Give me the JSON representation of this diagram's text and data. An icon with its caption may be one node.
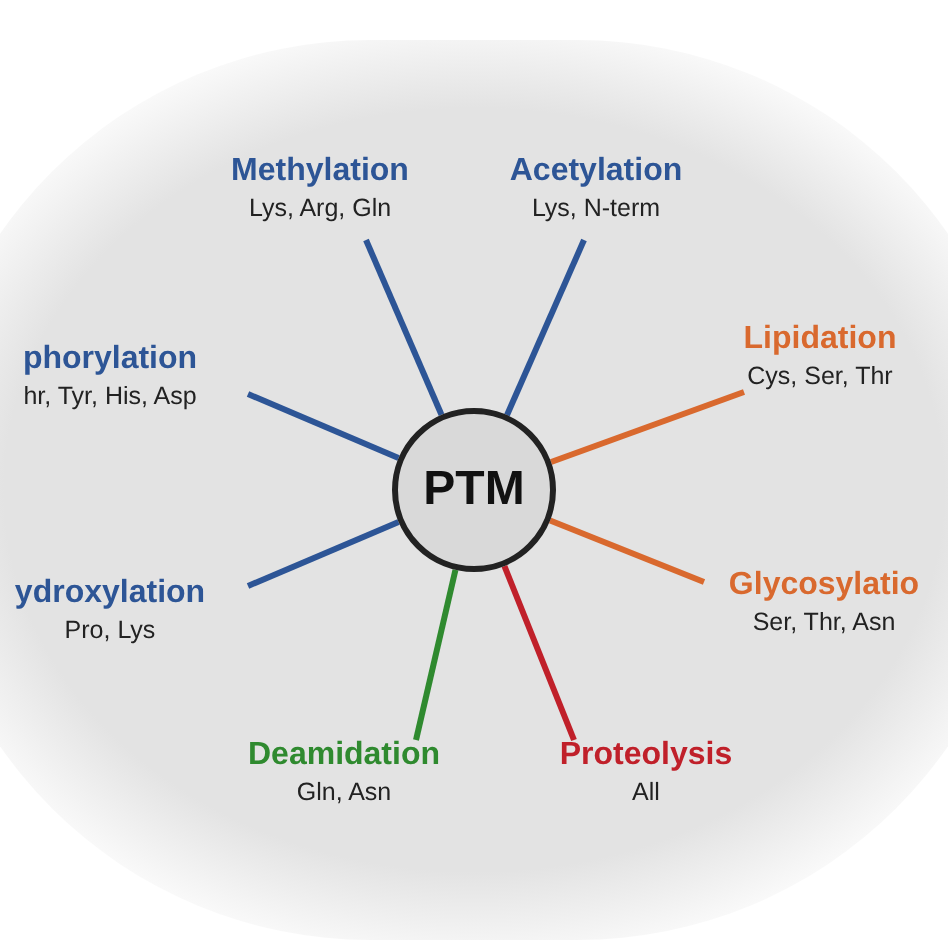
{
  "diagram": {
    "nodes": [
      {
        "text": [
          "PTM"
        ]
      },
      {
        "text": [
          "Methylation",
          "Lys, Arg, Gln"
        ]
      },
      {
        "text": [
          "Acetylation",
          "Lys, N-term"
        ]
      },
      {
        "text": [
          "Lipidation",
          "Cys, Ser, Thr"
        ]
      },
      {
        "text": [
          "Glycosylatio",
          "Ser, Thr, Asn"
        ]
      },
      {
        "text": [
          "Proteolysis",
          "All"
        ]
      },
      {
        "text": [
          "Deamidation",
          "Gln, Asn"
        ]
      },
      {
        "text": [
          "ydroxylation",
          "Pro, Lys"
        ]
      },
      {
        "text": [
          "phorylation",
          "hr, Tyr, His, Asp"
        ]
      }
    ],
    "edges": [
      {
        "from": 0,
        "to": 1,
        "arrow": "none"
      },
      {
        "from": 0,
        "to": 2,
        "arrow": "none"
      },
      {
        "from": 0,
        "to": 3,
        "arrow": "none",
        "color": "#d9692e"
      },
      {
        "from": 0,
        "to": 4,
        "arrow": "none",
        "color": "#d9692e"
      },
      {
        "from": 0,
        "to": 5,
        "arrow": "none",
        "color": "#c0202a"
      },
      {
        "from": 0,
        "to": 6,
        "arrow": "none",
        "color": "#2f8a2f"
      },
      {
        "from": 0,
        "to": 7,
        "arrow": "none"
      },
      {
        "from": 0,
        "to": 8,
        "arrow": "none"
      }
    ]
  }
}
